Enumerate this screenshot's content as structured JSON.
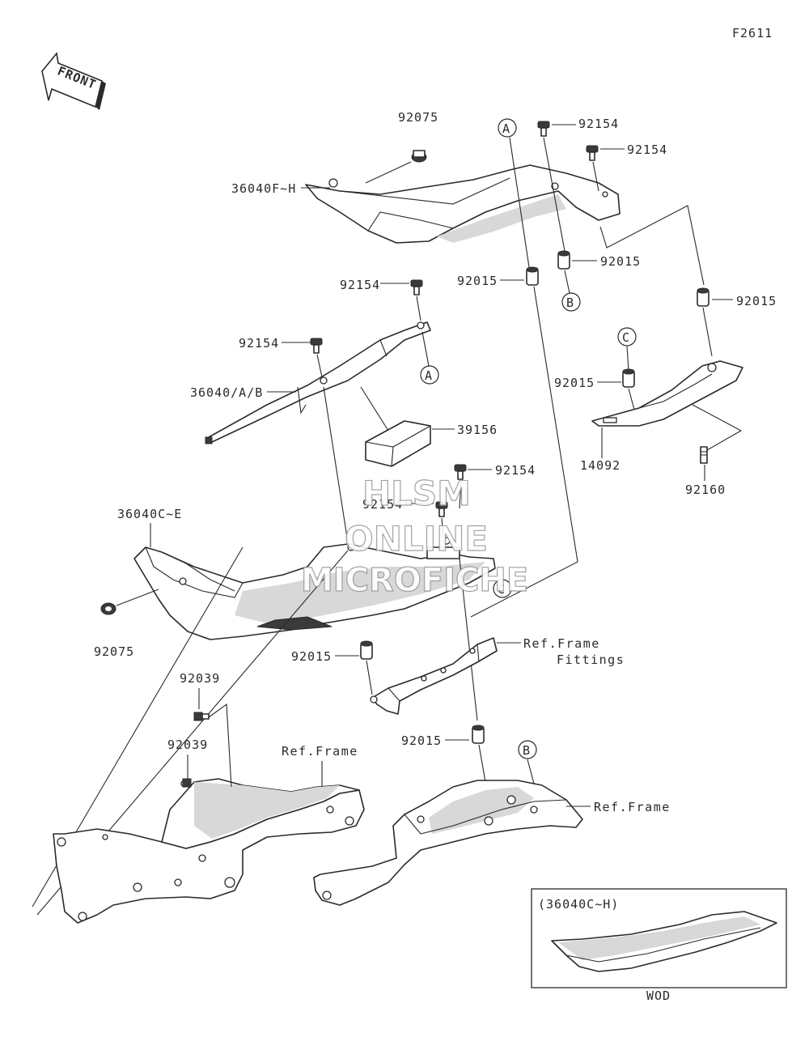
{
  "figure_code": "F2611",
  "front_arrow": "FRONT",
  "watermark": {
    "line1": "HLSM",
    "line2": "ONLINE",
    "line3": "MICROFICHE"
  },
  "callouts": {
    "a1": "A",
    "a2": "A",
    "b1": "B",
    "b2": "B",
    "c1": "C",
    "c2": "C"
  },
  "labels": {
    "p92075_top": "92075",
    "p92154_a": "92154",
    "p92154_b": "92154",
    "p36040fh": "36040F~H",
    "p92015_a": "92015",
    "p92015_b": "92015",
    "p92015_c": "92015",
    "p92154_c": "92154",
    "p92154_d": "92154",
    "p36040ab": "36040/A/B",
    "p39156": "39156",
    "p92015_d": "92015",
    "p14092": "14092",
    "p92160": "92160",
    "p92154_e": "92154",
    "p92154_f": "92154",
    "p36040ce": "36040C~E",
    "p92075_b": "92075",
    "p92015_e": "92015",
    "ref_frame_fittings_1": "Ref.Frame",
    "ref_frame_fittings_2": "Fittings",
    "p92039_a": "92039",
    "p92039_b": "92039",
    "ref_frame_left": "Ref.Frame",
    "p92015_f": "92015",
    "ref_frame_right": "Ref.Frame",
    "inset_title": "(36040C~H)",
    "inset_caption": "WOD"
  }
}
